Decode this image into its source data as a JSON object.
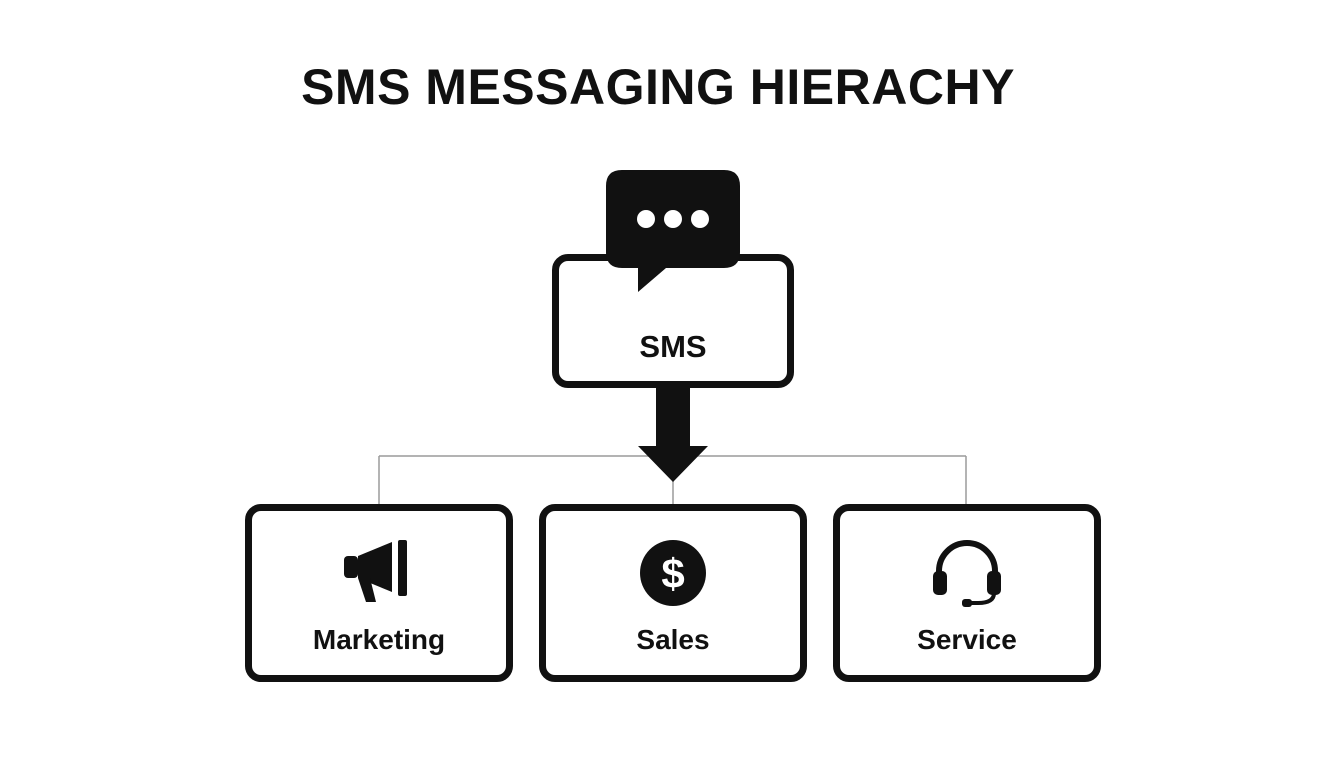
{
  "diagram": {
    "title": "SMS MESSAGING HIERACHY",
    "root": {
      "label": "SMS",
      "icon": "chat-bubble-icon"
    },
    "children": [
      {
        "label": "Marketing",
        "icon": "megaphone-icon"
      },
      {
        "label": "Sales",
        "icon": "dollar-icon"
      },
      {
        "label": "Service",
        "icon": "headset-icon"
      }
    ],
    "colors": {
      "ink": "#111111",
      "connector": "#9a9a9a",
      "background": "#ffffff"
    }
  }
}
